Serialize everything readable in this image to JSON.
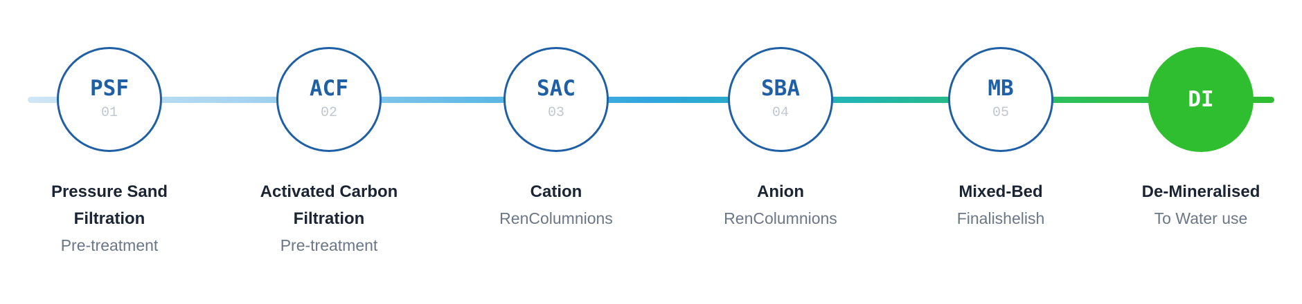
{
  "colors": {
    "node_border": "#1f5fa5",
    "node_text": "#1f5fa5",
    "number_text": "#c2c8d0",
    "final_fill": "#2fbe2f",
    "final_text": "#ffffff",
    "title_text": "#1b2433",
    "subtitle_text": "#6b7786",
    "line_gradient": [
      "#cfe6f6",
      "#a8d4f0",
      "#6bbde8",
      "#2fa6dd",
      "#22b5b0",
      "#2dbf5a",
      "#2fbe2f"
    ]
  },
  "steps": [
    {
      "abbr": "PSF",
      "number": "01",
      "title": "Pressure Sand Filtration",
      "subtitle": "Pre-treatment"
    },
    {
      "abbr": "ACF",
      "number": "02",
      "title": "Activated Carbon Filtration",
      "subtitle": "Pre-treatment"
    },
    {
      "abbr": "SAC",
      "number": "03",
      "title": "Cation",
      "subtitle": "RenColumnions"
    },
    {
      "abbr": "SBA",
      "number": "04",
      "title": "Anion",
      "subtitle": "RenColumnions"
    },
    {
      "abbr": "MB",
      "number": "05",
      "title": "Mixed-Bed",
      "subtitle": "Finalishelish"
    },
    {
      "abbr": "DI",
      "title": "De-Mineralised",
      "subtitle": "To Water use",
      "final": true
    }
  ]
}
